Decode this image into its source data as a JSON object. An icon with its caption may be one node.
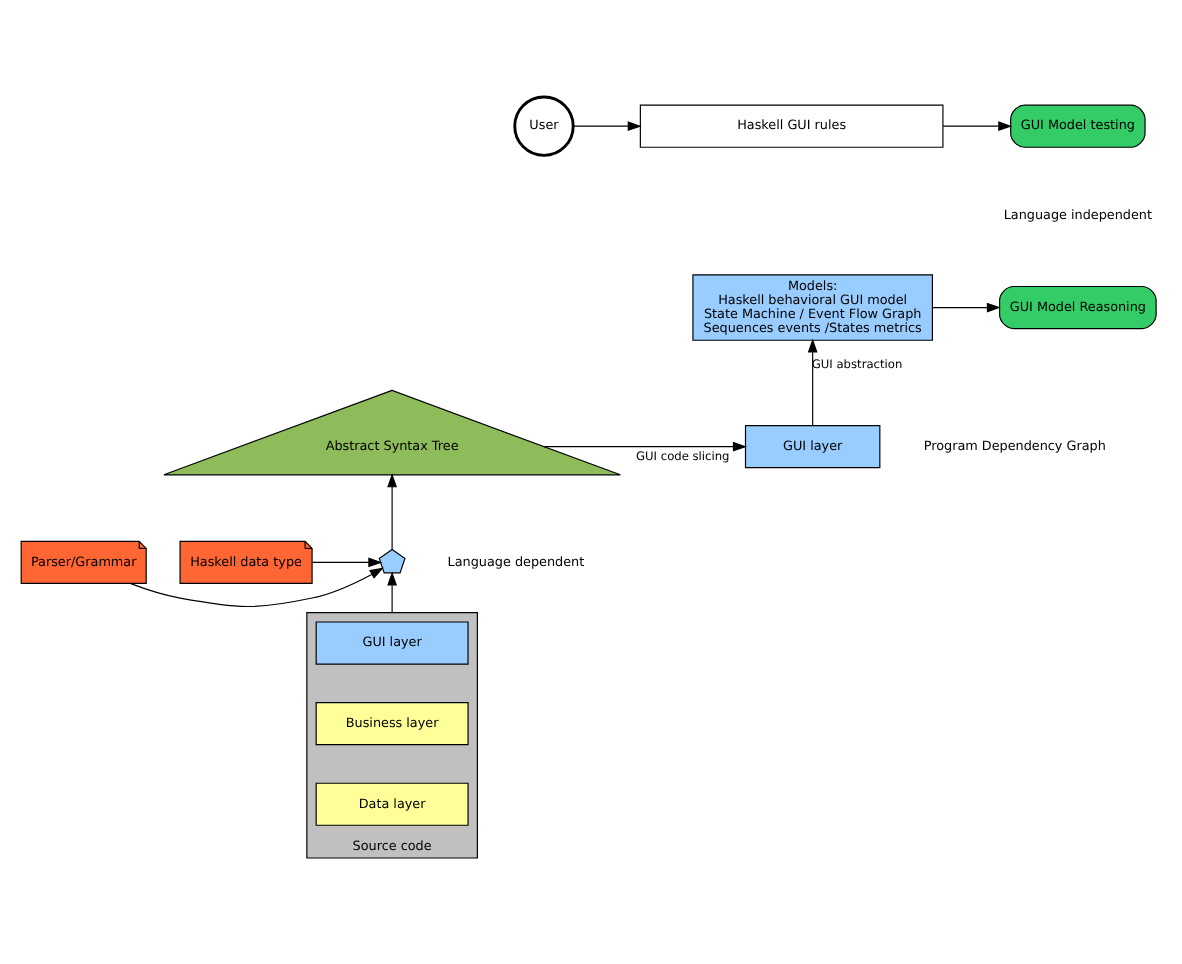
{
  "diagram": {
    "nodes": [
      {
        "text": [
          "User"
        ]
      },
      {
        "text": [
          "Haskell GUI rules"
        ]
      },
      {
        "text": [
          "GUI Model testing"
        ]
      },
      {
        "text": [
          "Models:",
          "Haskell behavioral GUI model",
          "State Machine / Event Flow Graph",
          "Sequences events /States metrics"
        ]
      },
      {
        "text": [
          "GUI Model Reasoning"
        ]
      },
      {
        "text": [
          "GUI layer"
        ]
      },
      {
        "text": [
          "Abstract Syntax Tree"
        ]
      },
      {
        "text": [
          "Parser/Grammar"
        ]
      },
      {
        "text": [],
        "shape": "pentagon"
      },
      {
        "text": [
          "Haskell data type"
        ]
      },
      {
        "text": [
          "Source code"
        ]
      },
      {
        "text": [
          "GUI layer"
        ],
        "in": 10
      },
      {
        "text": [
          "Business layer"
        ],
        "in": 10
      },
      {
        "text": [
          "Data layer"
        ],
        "in": 10
      }
    ],
    "edges": [
      {
        "from": 0,
        "to": 1,
        "arrow": "to"
      },
      {
        "from": 1,
        "to": 2,
        "arrow": "to"
      },
      {
        "from": 3,
        "to": 4,
        "arrow": "to"
      },
      {
        "from": 5,
        "to": 3,
        "arrow": "to",
        "label": "GUI abstraction"
      },
      {
        "from": 6,
        "to": 5,
        "arrow": "to",
        "label": "GUI code slicing"
      },
      {
        "from": 8,
        "to": 6,
        "arrow": "to"
      },
      {
        "from": 7,
        "to": 8,
        "arrow": "to"
      },
      {
        "from": 9,
        "to": 8,
        "arrow": "to"
      },
      {
        "from": 10,
        "to": 8,
        "arrow": "to"
      }
    ],
    "labels": [
      "Program Dependency Graph",
      "Language independent",
      "Language dependent"
    ]
  }
}
